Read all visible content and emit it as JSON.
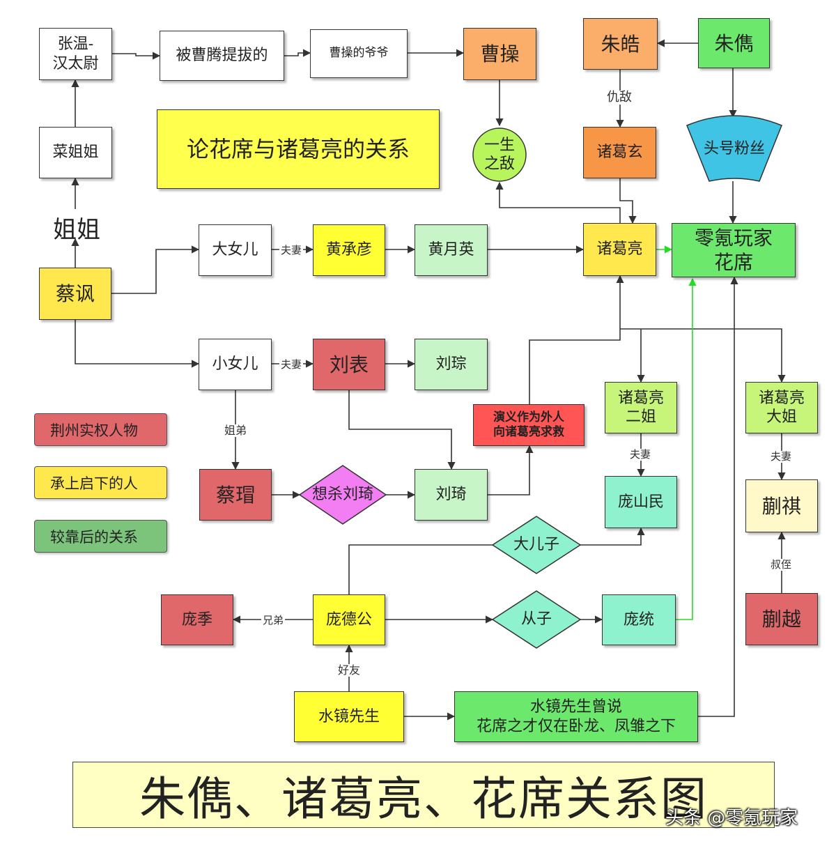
{
  "title_box": "论花席与诸葛亮的关系",
  "main_title": "朱儁、诸葛亮、花席关系图",
  "watermark": "头条 @零氪玩家",
  "nodes": {
    "zhangwen": "张温-\n汉太尉",
    "beicaoteng": "被曹腾提拔的",
    "caocao_grandpa": "曹操的爷爷",
    "caocao": "曹操",
    "zhuhao": "朱皓",
    "zhujun": "朱儁",
    "caijiejie": "菜姐姐",
    "yishengzhidi": "一生\n之敌",
    "zhugexuan": "诸葛玄",
    "toufanfensi": "头号粉丝",
    "jiejie": "姐姐",
    "caifeng": "蔡讽",
    "danver": "大女儿",
    "huangchengyan": "黄承彦",
    "huangyueying": "黄月英",
    "zhugeliang": "诸葛亮",
    "huaxi": "零氪玩家\n花席",
    "xiaonver": "小女儿",
    "liubiao": "刘表",
    "liucong": "刘琮",
    "yanyi": "演义作为外人\n向诸葛亮求救",
    "zhuge_erjie": "诸葛亮\n二姐",
    "zhuge_dajie": "诸葛亮\n大姐",
    "caimao": "蔡瑁",
    "xiangsha": "想杀刘琦",
    "liuqi": "刘琦",
    "pangshanmin": "庞山民",
    "kuaiqi": "蒯祺",
    "daerzi": "大儿子",
    "pangji": "庞季",
    "pangdegong": "庞德公",
    "congzi": "从子",
    "pangtong": "庞统",
    "kuaiyue": "蒯越",
    "shuijing": "水镜先生",
    "shuijing_said": "水镜先生曾说\n花席之才仅在卧龙、凤雏之下"
  },
  "edge_labels": {
    "chou_di": "仇敌",
    "fuqi1": "夫妻",
    "fuqi2": "夫妻",
    "jiedi": "姐弟",
    "fuqi3": "夫妻",
    "fuqi4": "夫妻",
    "shuzhi": "叔侄",
    "xiongdi": "兄弟",
    "haoyou": "好友"
  },
  "legend": [
    {
      "label": "荆州实权人物",
      "color": "#e0686b"
    },
    {
      "label": "承上启下的人",
      "color": "#ffe84d"
    },
    {
      "label": "较靠后的关系",
      "color": "#7cc47c"
    }
  ],
  "colors": {
    "line": "#333333",
    "highlight_line": "#22dd22"
  }
}
